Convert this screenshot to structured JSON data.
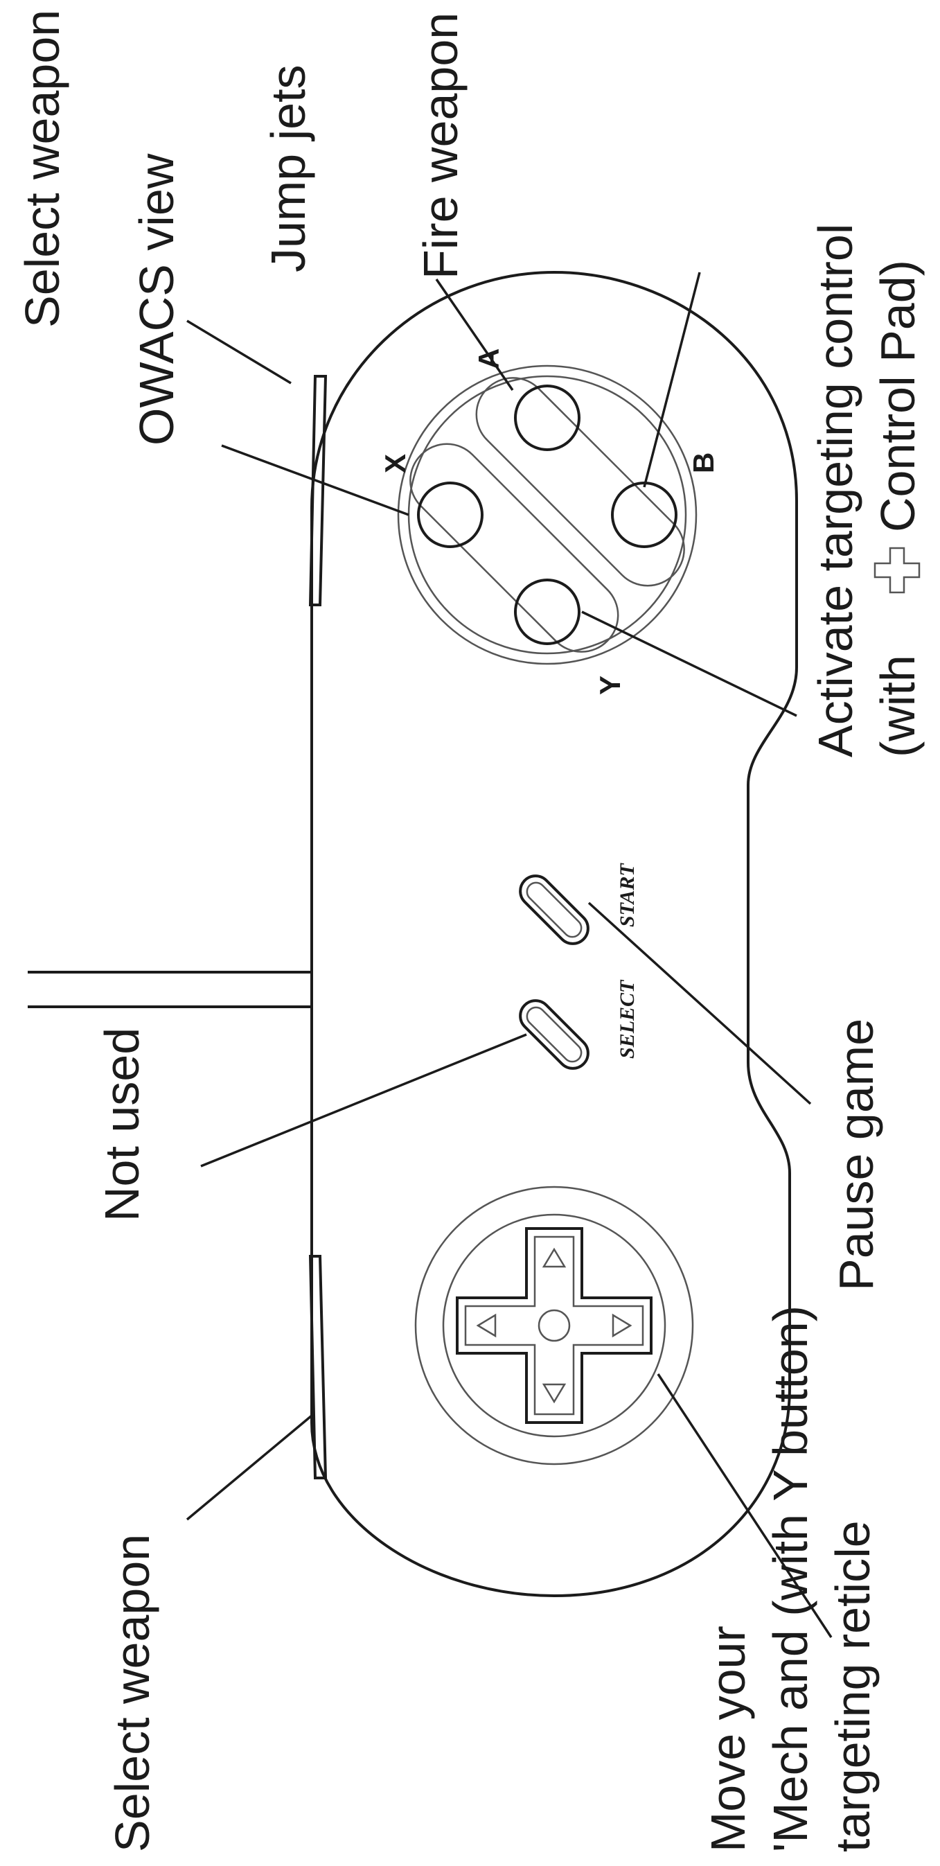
{
  "labels": {
    "select_weapon_top": "Select weapon",
    "owacs_view": "OWACS view",
    "jump_jets": "Jump jets",
    "fire_weapon": "Fire weapon",
    "activate_targeting_line1": "Activate targeting control",
    "activate_targeting_line2_prefix": "(with",
    "activate_targeting_line2_suffix": "Control Pad)",
    "pause_game": "Pause game",
    "not_used": "Not used",
    "select_weapon_bottom": "Select weapon",
    "move_line1": "Move your",
    "move_line2": "'Mech and (with Y button)",
    "move_line3": "targeting reticle"
  },
  "controller": {
    "button_x": "X",
    "button_a": "A",
    "button_b": "B",
    "button_y": "Y",
    "select": "SELECT",
    "start": "START"
  },
  "icons": {
    "dpad": "cross-control-pad-icon"
  }
}
